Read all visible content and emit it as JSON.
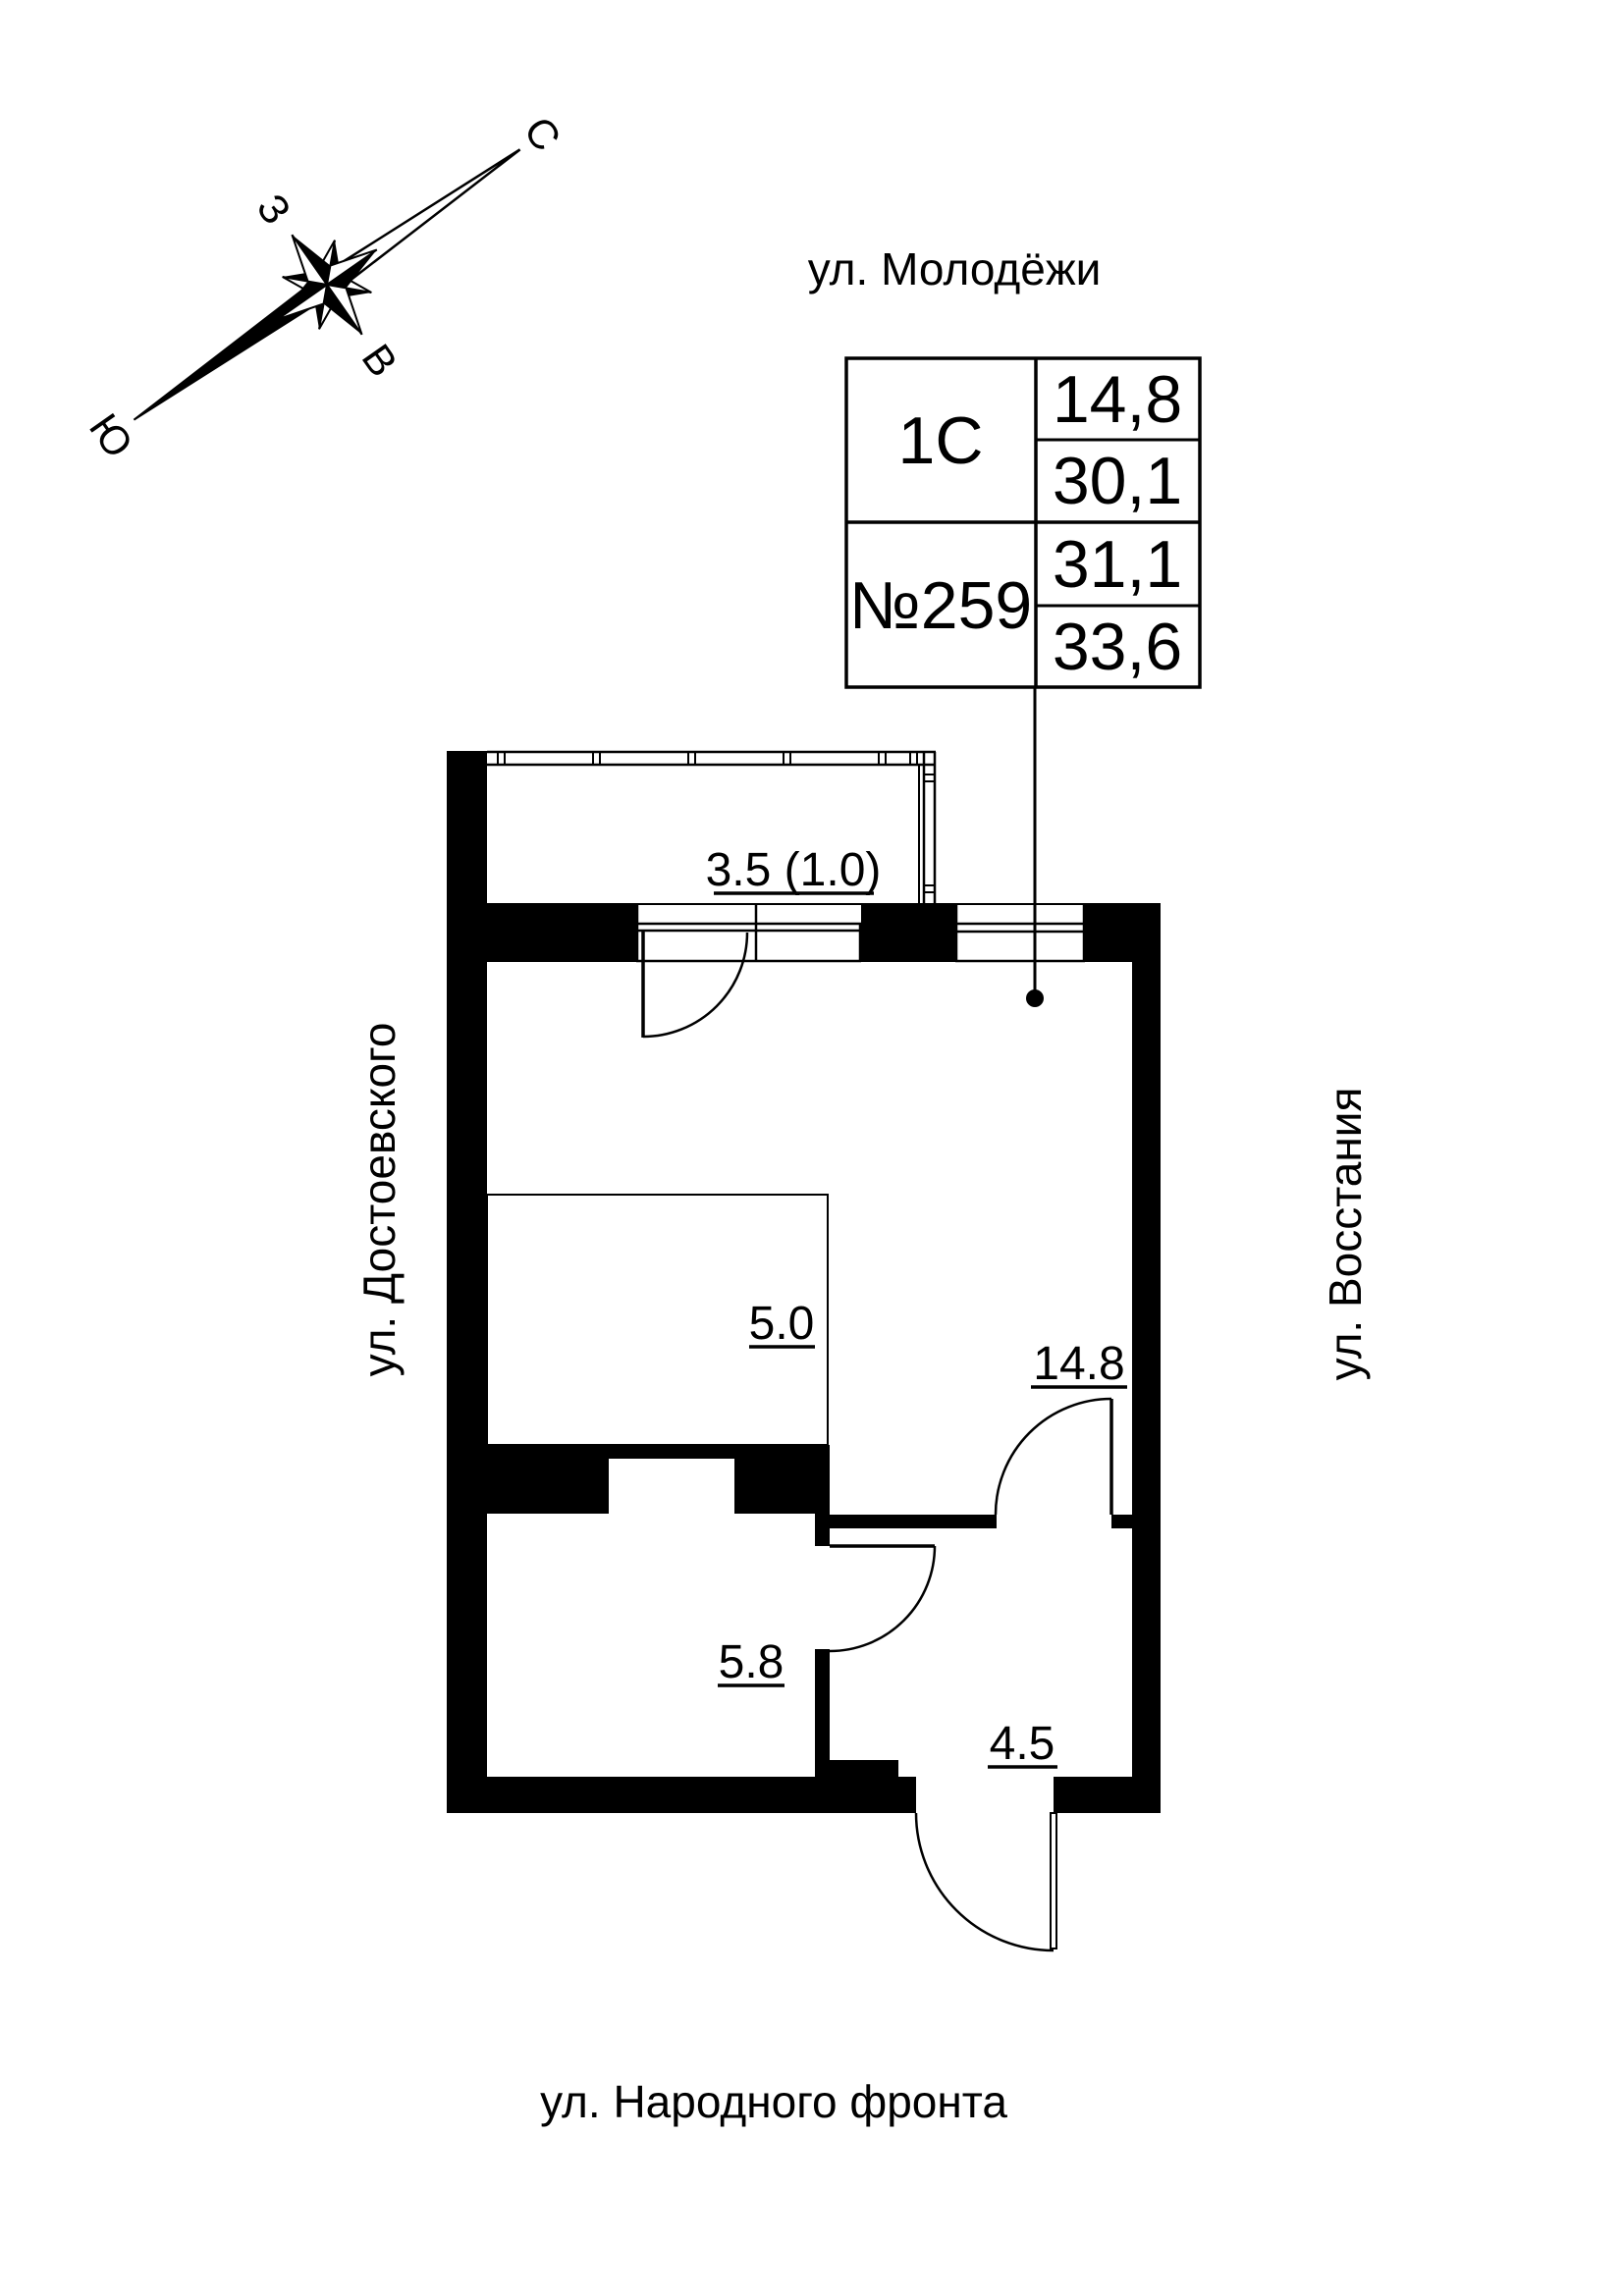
{
  "compass": {
    "north_label": "С",
    "east_label": "В",
    "south_label": "Ю",
    "west_label": "З"
  },
  "streets": {
    "top": "ул. Молодёжи",
    "left": "ул. Достоевского",
    "right": "ул. Восстания",
    "bottom": "ул. Народного фронта"
  },
  "info_table": {
    "apartment_type": "1С",
    "apartment_number": "№259",
    "values": [
      "14,8",
      "30,1",
      "31,1",
      "33,6"
    ]
  },
  "room_labels": {
    "balcony": "3.5 (1.0)",
    "niche": "5.0",
    "living": "14.8",
    "bathroom": "5.8",
    "hall": "4.5"
  },
  "colors": {
    "ink": "#000000",
    "paper": "#ffffff"
  }
}
